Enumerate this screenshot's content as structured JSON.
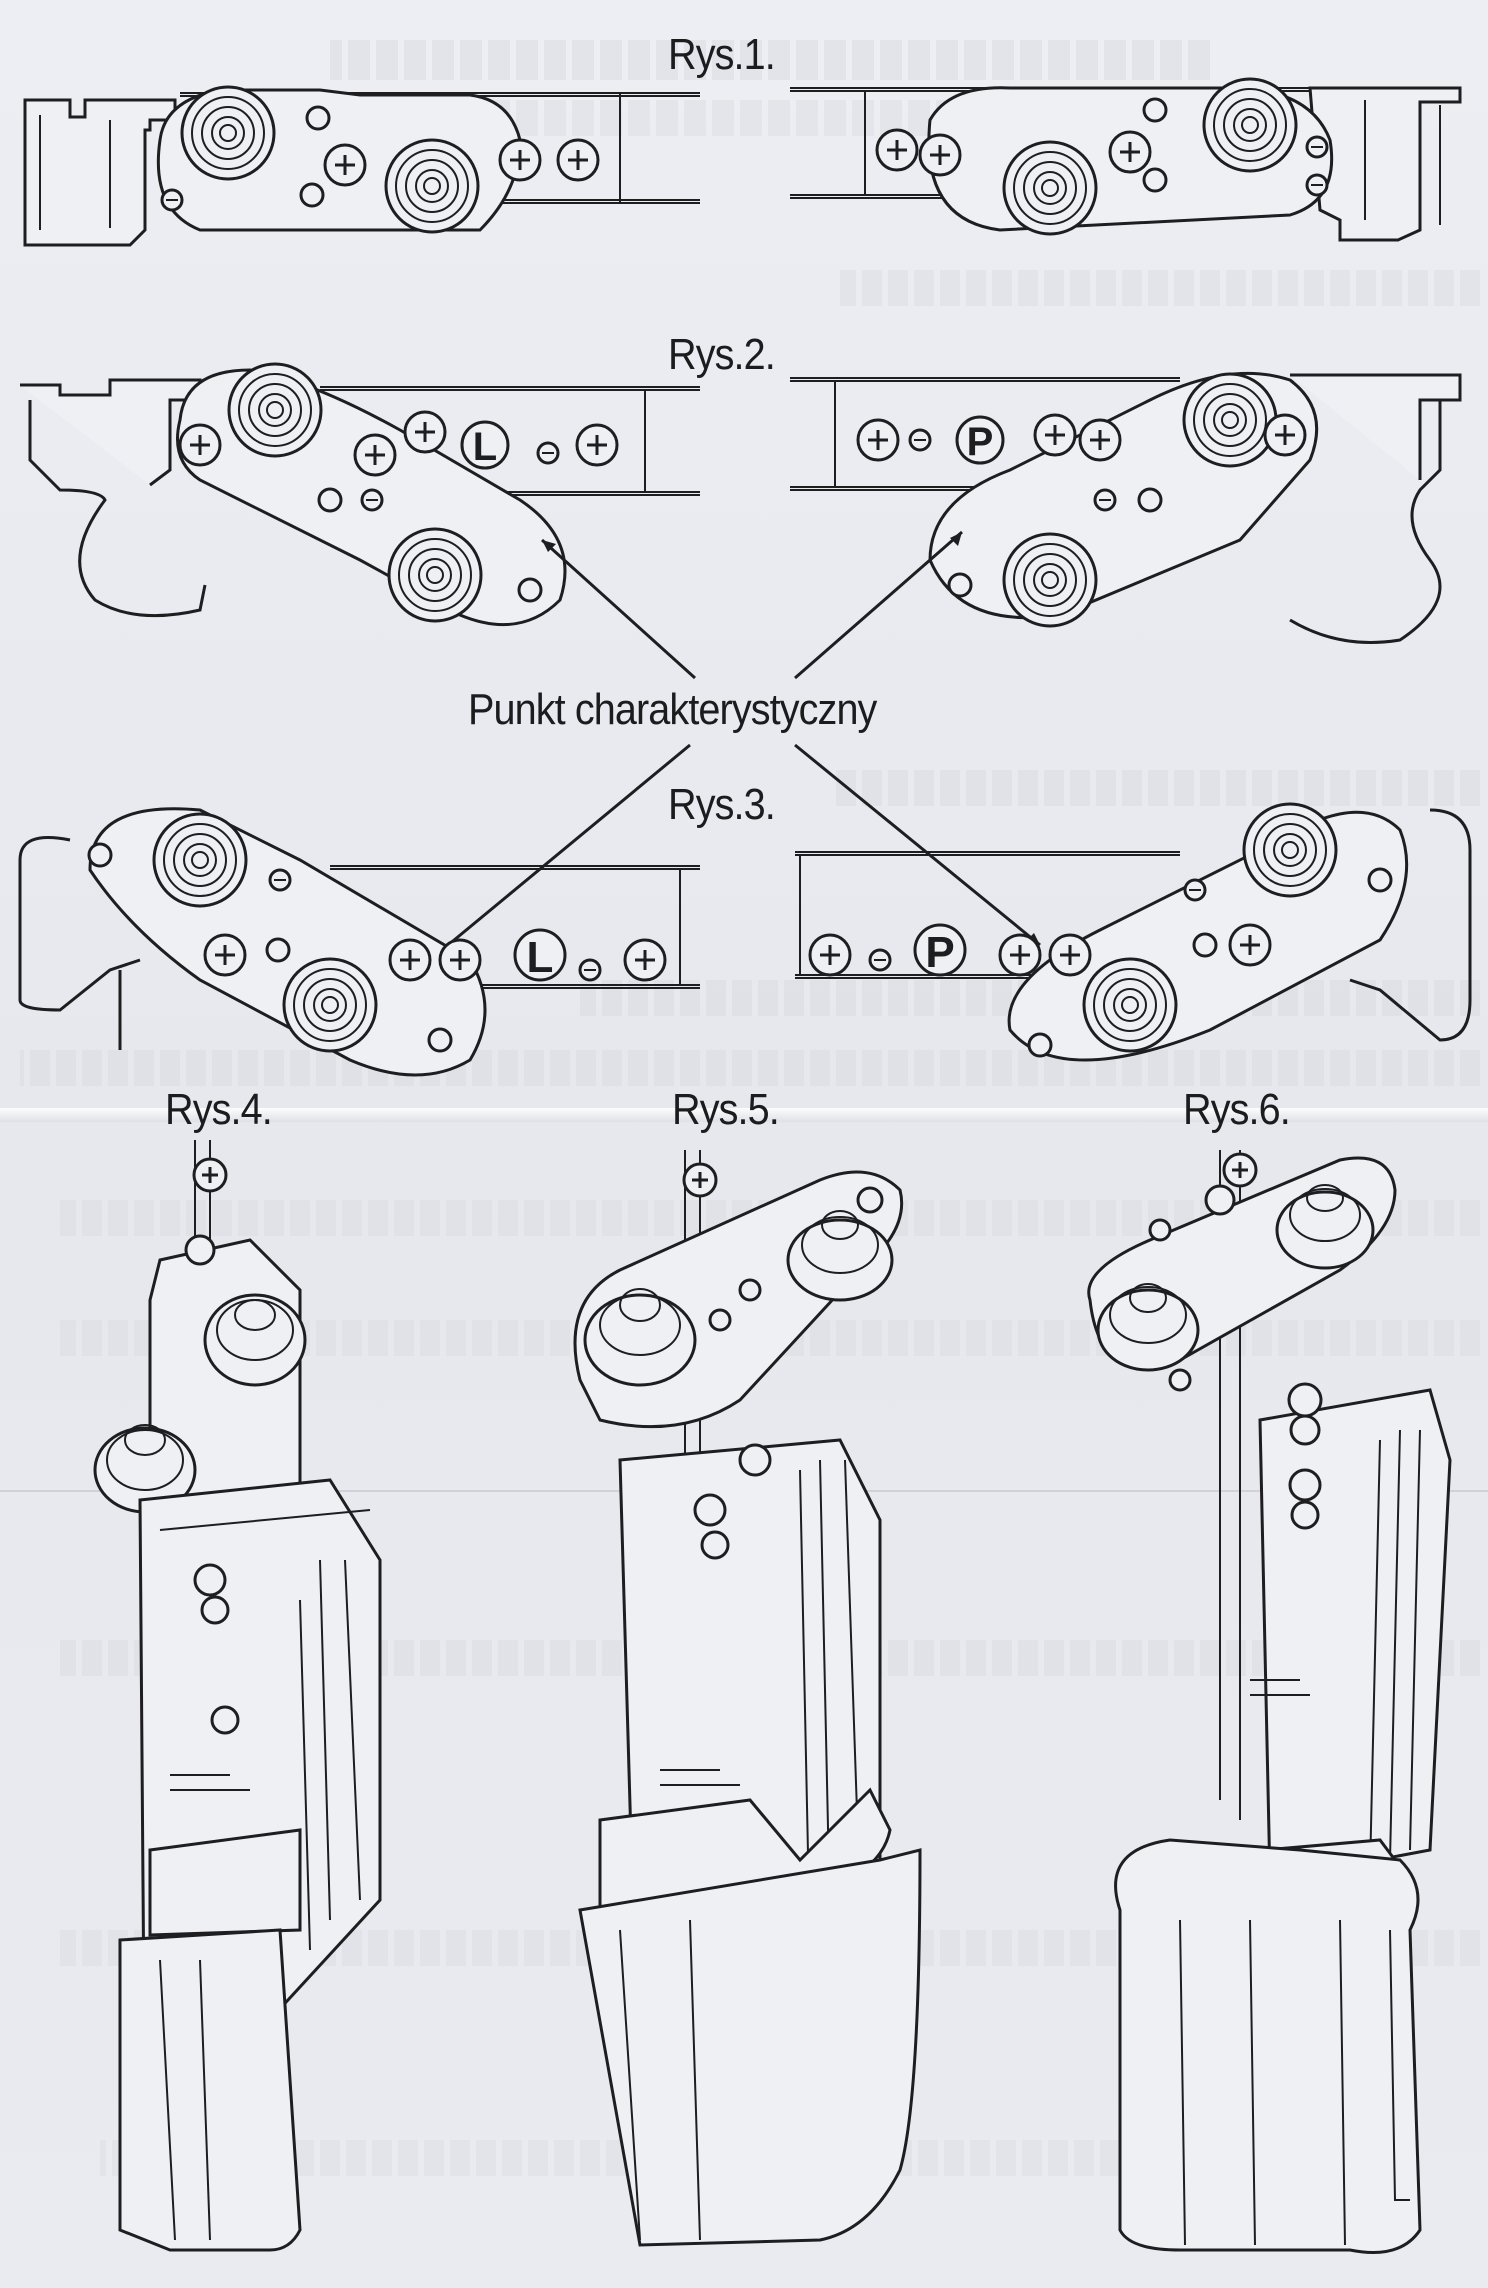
{
  "document": {
    "figures": [
      {
        "id": "rys1",
        "label": "Rys.1."
      },
      {
        "id": "rys2",
        "label": "Rys.2."
      },
      {
        "id": "rys3",
        "label": "Rys.3."
      },
      {
        "id": "rys4",
        "label": "Rys.4."
      },
      {
        "id": "rys5",
        "label": "Rys.5."
      },
      {
        "id": "rys6",
        "label": "Rys.6."
      }
    ],
    "callout": "Punkt charakterystyczny",
    "part_marks": {
      "left": "L",
      "right": "P"
    }
  },
  "colors": {
    "ink": "#1e1e20",
    "paper": "#e9eaef",
    "bleed_through": "#b9bbc2"
  }
}
